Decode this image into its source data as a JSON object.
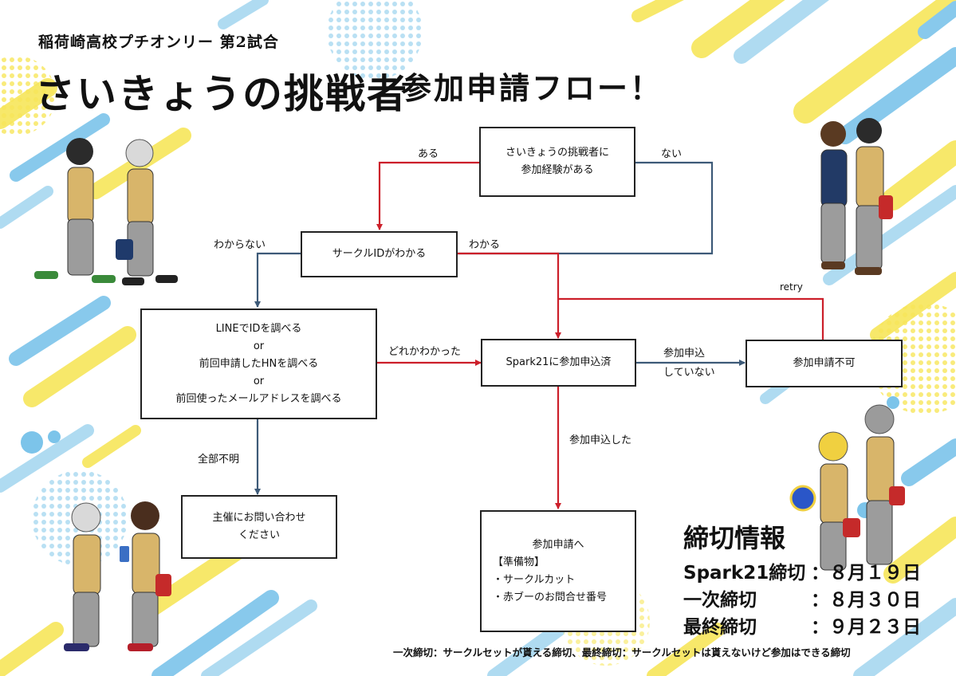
{
  "header": {
    "subtitle": "稲荷崎高校プチオンリー 第2試合",
    "event_title": "さいきょうの挑戦者",
    "flow_title": "参加申請フロー！"
  },
  "flow": {
    "nodes": {
      "start": [
        "さいきょうの挑戦者に",
        "参加経験がある"
      ],
      "circle_id": [
        "サークルIDがわかる"
      ],
      "lookup": [
        "LINEでIDを調べる",
        "or",
        "前回申請したHNを調べる",
        "or",
        "前回使ったメールアドレスを調べる"
      ],
      "spark": [
        "Spark21に参加申込済"
      ],
      "not_allowed": [
        "参加申請不可"
      ],
      "contact": [
        "主催にお問い合わせ",
        "ください"
      ],
      "apply": {
        "title": "参加申請へ",
        "prep": "【準備物】",
        "items": [
          "・サークルカット",
          "・赤ブーのお問合せ番号"
        ]
      }
    },
    "edges": {
      "yes": "ある",
      "no": "ない",
      "dont_know": "わからない",
      "know": "わかる",
      "any_known": "どれかわかった",
      "not_applied_1": "参加申込",
      "not_applied_2": "していない",
      "retry": "retry",
      "all_unknown": "全部不明",
      "applied": "参加申込した"
    }
  },
  "deadlines": {
    "title": "締切情報",
    "rows": [
      {
        "label": "Spark21締切",
        "value": "：８月１９日"
      },
      {
        "label": "一次締切",
        "value": "：８月３０日"
      },
      {
        "label": "最終締切",
        "value": "：９月２３日"
      }
    ],
    "note": "一次締切：サークルセットが貰える締切、最終締切：サークルセットは貰えないけど参加はできる締切"
  },
  "colors": {
    "yellow": "#f7e65a",
    "light_blue": "#a7d8f0",
    "blue": "#7cc4ea",
    "red_arrow": "#cc1f2a",
    "slate_arrow": "#3d5a78"
  }
}
